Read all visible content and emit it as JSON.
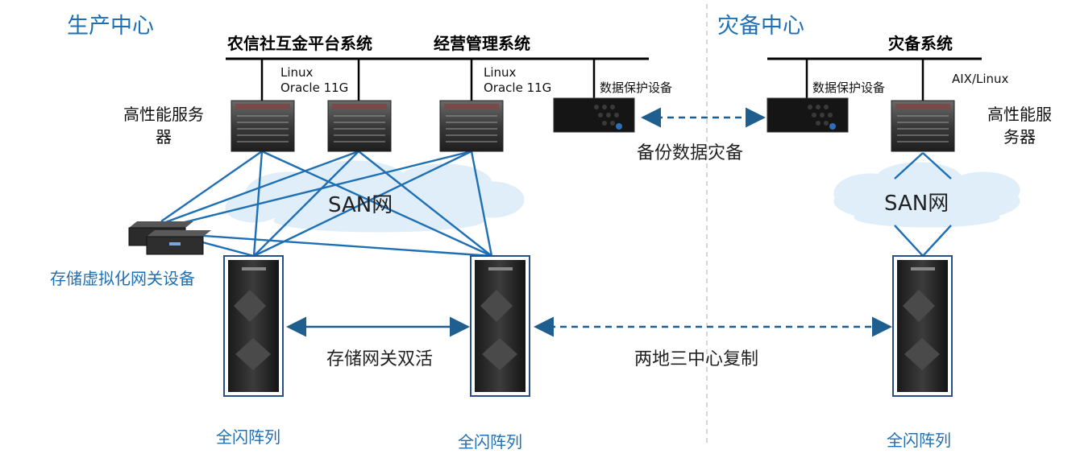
{
  "production_center": {
    "title": "生产中心",
    "systems": [
      {
        "name": "农信社互金平台系统",
        "os_line1": "Linux",
        "os_line2": "Oracle 11G"
      },
      {
        "name": "经营管理系统",
        "os_line1": "Linux",
        "os_line2": "Oracle 11G"
      }
    ],
    "data_protection_label": "数据保护设备",
    "server_label_line1": "高性能服务",
    "server_label_line2": "器",
    "san_label": "SAN网",
    "gateway_label": "存储虚拟化网关设备",
    "array_labels": [
      "全闪阵列",
      "全闪阵列"
    ],
    "active_active_label": "存储网关双活"
  },
  "dr_center": {
    "title": "灾备中心",
    "system_name": "灾备系统",
    "data_protection_label": "数据保护设备",
    "os_label": "AIX/Linux",
    "server_label_line1": "高性能服",
    "server_label_line2": "务器",
    "san_label": "SAN网",
    "array_label": "全闪阵列"
  },
  "links": {
    "backup_label": "备份数据灾备",
    "replication_label": "两地三中心复制"
  },
  "colors": {
    "accent_blue": "#1f6fb5",
    "link_blue": "#1f5f8f",
    "cloud_fill": "#dfeef8",
    "divider": "#c8c8c8"
  }
}
